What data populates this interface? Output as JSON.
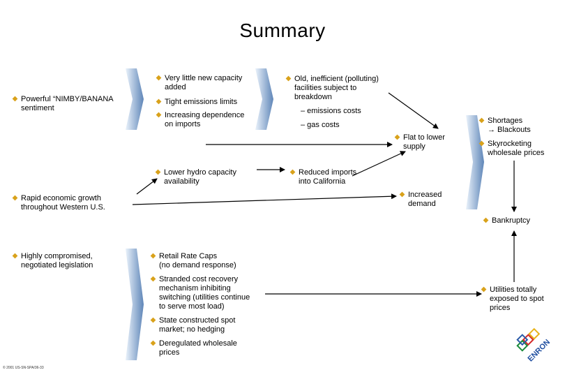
{
  "title": "Summary",
  "causes": {
    "nimby": "Powerful “NIMBY/BANANA\nsentiment",
    "growth": "Rapid economic growth\nthroughout Western U.S.",
    "legislation": "Highly compromised,\nnegotiated legislation"
  },
  "supply_factors": [
    "Very little new capacity\nadded",
    "Tight emissions limits",
    "Increasing dependence\non imports"
  ],
  "old_facilities": {
    "main": "Old, inefficient (polluting)\nfacilities subject to\nbreakdown",
    "sub1": "– emissions costs",
    "sub2": "– gas costs"
  },
  "flat_supply": "Flat to lower\nsupply",
  "hydro": "Lower hydro capacity\navailability",
  "imports": "Reduced imports\ninto California",
  "demand": "Increased\ndemand",
  "outcomes": [
    "Shortages\n→ Blackouts",
    "Skyrocketing\nwholesale prices"
  ],
  "bankruptcy": "Bankruptcy",
  "policies": [
    "Retail Rate Caps\n(no demand response)",
    "Stranded cost recovery\nmechanism inhibiting\nswitching (utilities continue\nto serve most load)",
    "State constructed spot\nmarket; no hedging",
    "Deregulated wholesale\nprices"
  ],
  "utilities": "Utilities totally\nexposed to spot\nprices",
  "logo_text": "ENRON",
  "footer": "© 2001 US-SN-SPA/36-33",
  "colors": {
    "bullet": "#d9a21b",
    "chevron_dark": "#5f86b8",
    "chevron_light": "#eaf2fb"
  }
}
